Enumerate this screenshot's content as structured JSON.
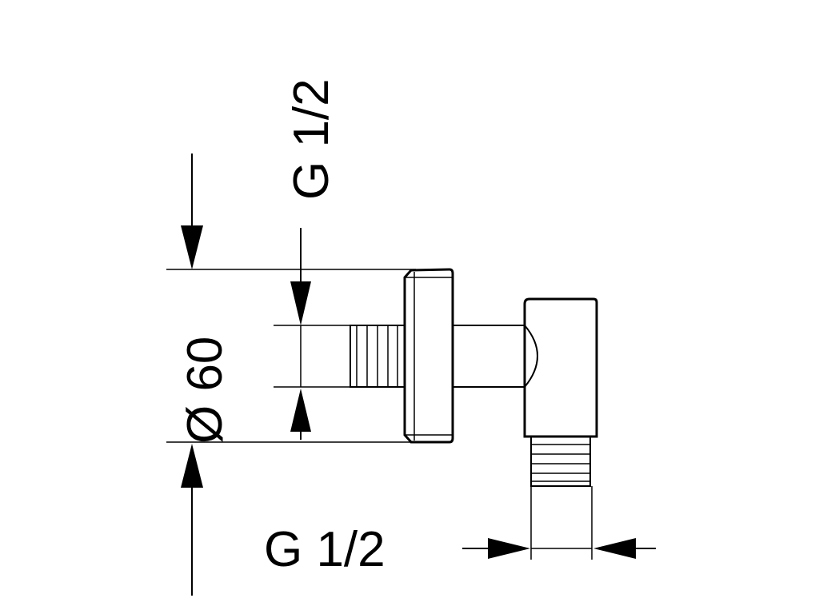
{
  "dimensions": {
    "diameter_label": "Ø 60",
    "vertical_thread_label": "G 1/2",
    "horizontal_thread_label": "G 1/2"
  },
  "colors": {
    "line": "#000000",
    "background": "#ffffff"
  }
}
